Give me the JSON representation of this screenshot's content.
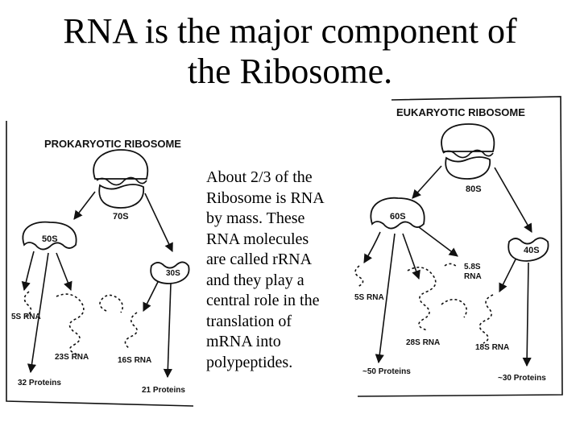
{
  "title": {
    "line1": "RNA is the major component of",
    "line2": "the Ribosome."
  },
  "body_text": [
    "About 2/3 of the",
    "Ribosome is RNA",
    "by mass. These",
    "RNA molecules",
    "are called rRNA",
    "and they play a",
    "central role in the",
    "translation of",
    "mRNA into",
    "polypeptides."
  ],
  "prokaryotic": {
    "header": "PROKARYOTIC RIBOSOME",
    "whole": "70S",
    "large": "50S",
    "small": "30S",
    "rna_5s": "5S RNA",
    "rna_23s": "23S RNA",
    "rna_16s": "16S RNA",
    "proteins_large": "32 Proteins",
    "proteins_small": "21 Proteins"
  },
  "eukaryotic": {
    "header": "EUKARYOTIC RIBOSOME",
    "whole": "80S",
    "large": "60S",
    "small": "40S",
    "rna_58s_line1": "5.8S",
    "rna_58s_line2": "RNA",
    "rna_5s": "5S RNA",
    "rna_28s": "28S RNA",
    "rna_18s": "18S RNA",
    "proteins_large": "~50 Proteins",
    "proteins_small": "~30 Proteins"
  }
}
